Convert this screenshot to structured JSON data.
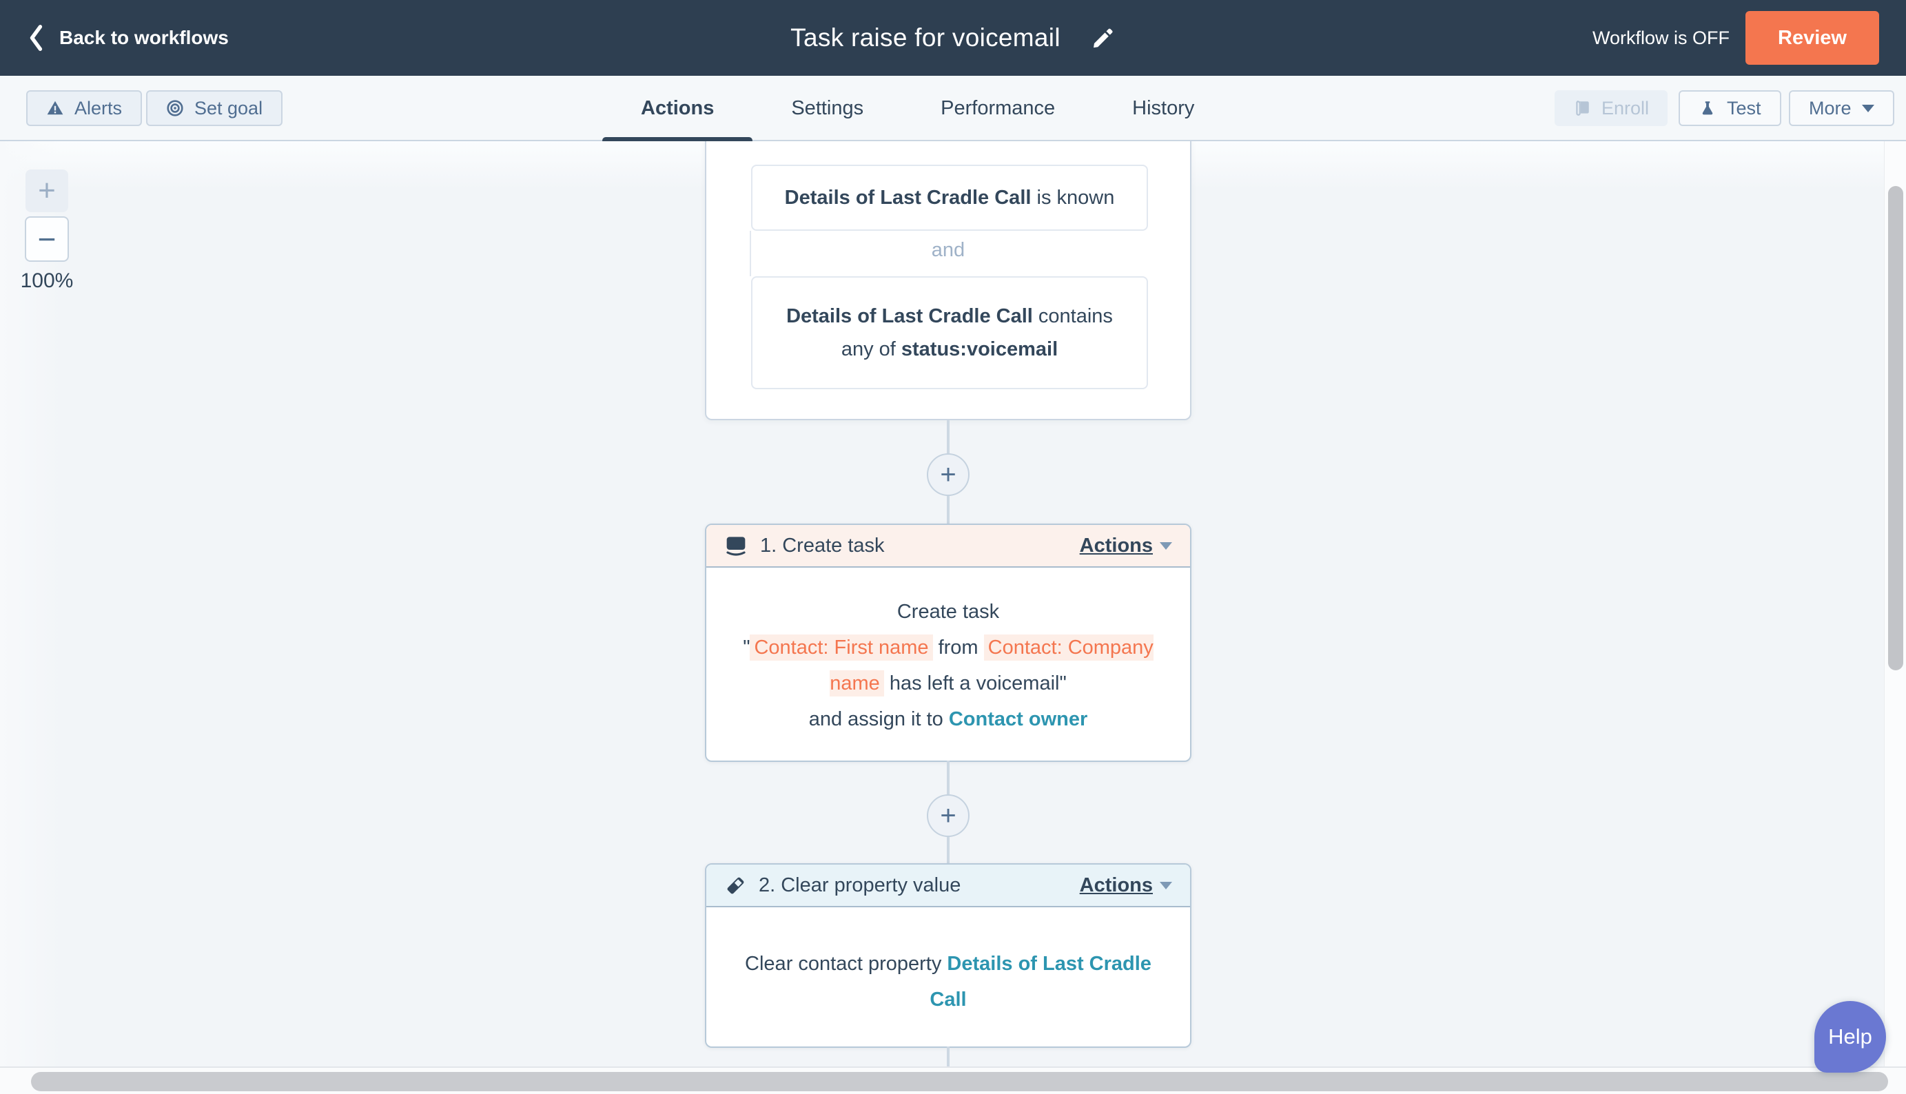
{
  "navbar": {
    "back_label": "Back to workflows",
    "title": "Task raise for voicemail",
    "status_text": "Workflow is OFF",
    "review_label": "Review"
  },
  "toolbar": {
    "alerts_label": "Alerts",
    "set_goal_label": "Set goal",
    "tabs": [
      {
        "label": "Actions"
      },
      {
        "label": "Settings"
      },
      {
        "label": "Performance"
      },
      {
        "label": "History"
      }
    ],
    "enroll_label": "Enroll",
    "test_label": "Test",
    "more_label": "More"
  },
  "canvas": {
    "zoom_in_label": "+",
    "zoom_out_label": "−",
    "zoom_level": "100%",
    "add_action_label": "+",
    "condition_card": {
      "c1_property": "Details of Last Cradle Call",
      "c1_rest": " is known",
      "connector_label": "and",
      "c2_property": "Details of Last Cradle Call",
      "c2_mid": " contains any of ",
      "c2_value": "status:voicemail"
    },
    "action1": {
      "title": "1. Create task",
      "menu_label": "Actions",
      "line1": "Create task",
      "quote_open": "\"",
      "token1": "Contact: First name",
      "between_tokens": " from ",
      "token2": "Contact: Company name",
      "after_tokens": " has left a voicemail\"",
      "assign_prefix": "and assign it to ",
      "assign_link": "Contact owner"
    },
    "action2": {
      "title": "2. Clear property value",
      "menu_label": "Actions",
      "body_prefix": "Clear contact property ",
      "body_link": "Details of Last Cradle Call"
    }
  },
  "help": {
    "label": "Help"
  },
  "colors": {
    "navbar_bg": "#2e3f51",
    "accent_orange": "#f4764f",
    "token_orange": "#f4764f",
    "link_teal": "#2d95b0",
    "help_purple": "#6a78d2",
    "canvas_bg": "#f2f5f8"
  }
}
